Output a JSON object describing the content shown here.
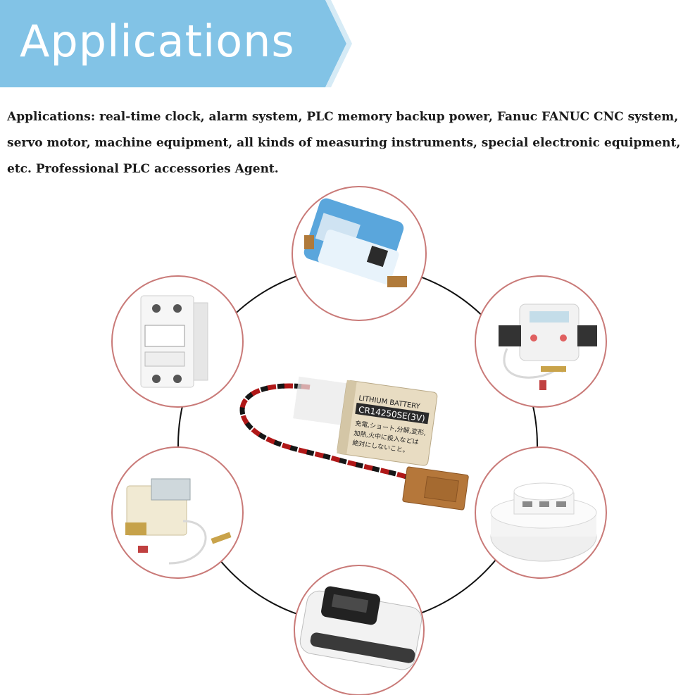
{
  "banner": {
    "title": "Applications"
  },
  "description": "Applications: real-time clock, alarm system, PLC memory backup power, Fanuc FANUC CNC system, servo motor, machine equipment, all kinds of measuring instruments, special electronic equipment, etc. Professional PLC accessories Agent.",
  "battery": {
    "line1": "LITHIUM BATTERY",
    "model": "CR14250SE(3V)",
    "warning1": "充電,ショート,分解,変形,",
    "warning2": "加熱,火中に投入などは",
    "warning3": "絶対にしないこと。"
  },
  "colors": {
    "banner": "#82c3e6",
    "circle_border": "#c97a78",
    "ring": "#111111"
  },
  "devices": [
    "water-meter-icon",
    "heat-meter-icon",
    "smoke-detector-icon",
    "handheld-device-icon",
    "flow-meter-icon",
    "energy-meter-icon"
  ]
}
